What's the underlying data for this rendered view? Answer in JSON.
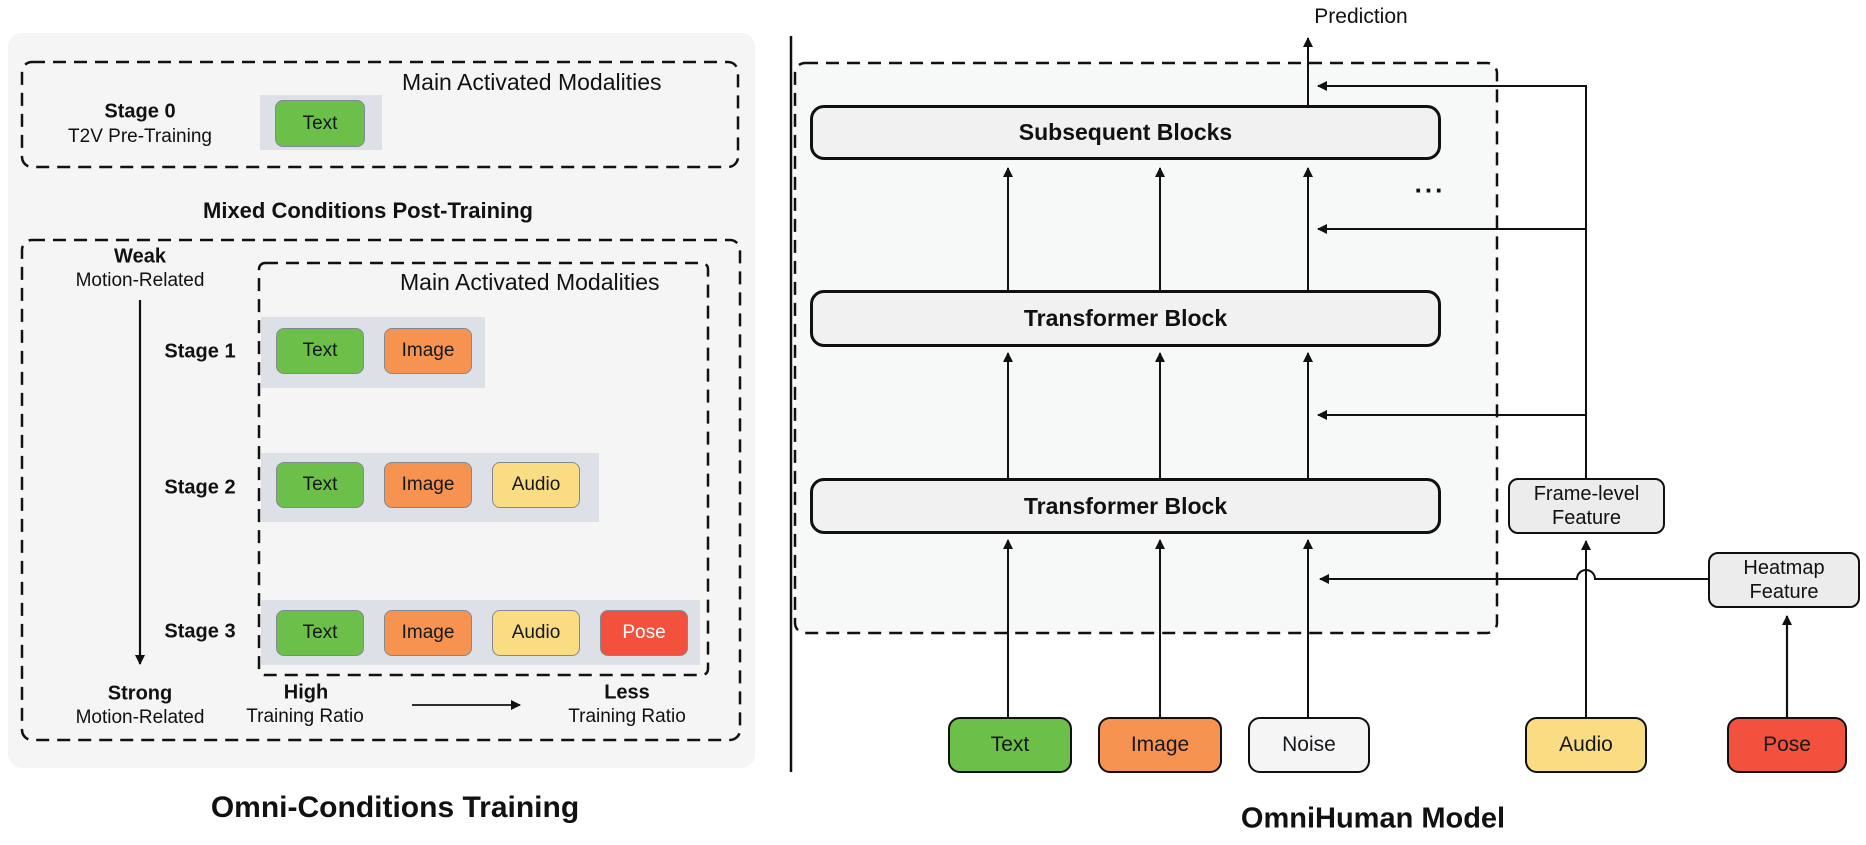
{
  "left_panel": {
    "title": "Omni-Conditions Training",
    "stage0": {
      "heading": "Main Activated Modalities",
      "label_bold": "Stage 0",
      "label_sub": "T2V Pre-Training",
      "badges": [
        "Text"
      ]
    },
    "post_training_heading": "Mixed Conditions Post-Training",
    "inner_heading": "Main Activated Modalities",
    "axis_weak": {
      "bold": "Weak",
      "sub": "Motion-Related"
    },
    "axis_strong": {
      "bold": "Strong",
      "sub": "Motion-Related"
    },
    "axis_high": {
      "bold": "High",
      "sub": "Training Ratio"
    },
    "axis_less": {
      "bold": "Less",
      "sub": "Training Ratio"
    },
    "stages": [
      {
        "label": "Stage 1",
        "badges": [
          "Text",
          "Image"
        ]
      },
      {
        "label": "Stage 2",
        "badges": [
          "Text",
          "Image",
          "Audio"
        ]
      },
      {
        "label": "Stage 3",
        "badges": [
          "Text",
          "Image",
          "Audio",
          "Pose"
        ]
      }
    ]
  },
  "right_panel": {
    "title": "OmniHuman Model",
    "prediction_label": "Prediction",
    "ellipsis": "...",
    "blocks": [
      {
        "label": "Subsequent Blocks"
      },
      {
        "label": "Transformer Block"
      },
      {
        "label": "Transformer Block"
      }
    ],
    "features": [
      {
        "label_line1": "Frame-level",
        "label_line2": "Feature"
      },
      {
        "label_line1": "Heatmap",
        "label_line2": "Feature"
      }
    ],
    "inputs": [
      {
        "label": "Text"
      },
      {
        "label": "Image"
      },
      {
        "label": "Noise"
      },
      {
        "label": "Audio"
      },
      {
        "label": "Pose"
      }
    ]
  },
  "colors": {
    "modality_text": "#6cc04a",
    "modality_image": "#f79351",
    "modality_audio": "#fadd82",
    "modality_pose": "#f2523d",
    "noise_fill": "#f5f5f6",
    "strip": "#dde1e7",
    "panel": "#f5f5f6",
    "block_fill": "#f1f1f2",
    "feature_fill": "#ececec",
    "dashed_region_fill": "#f7f8f8",
    "line": "#111111"
  }
}
